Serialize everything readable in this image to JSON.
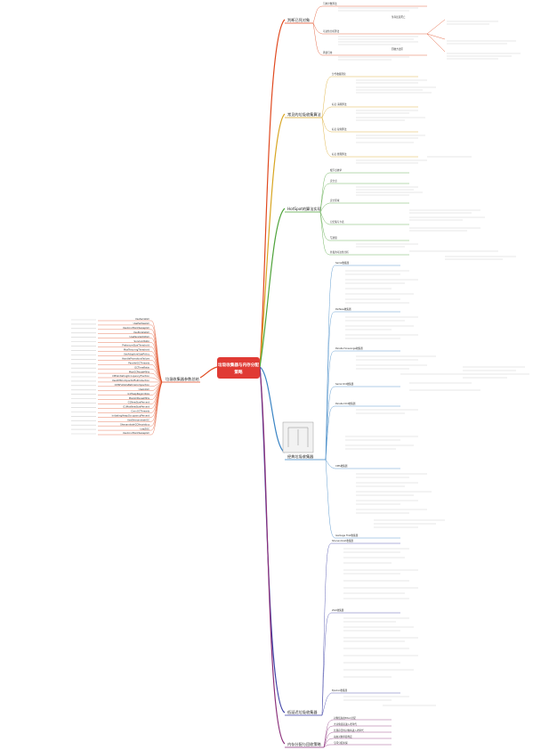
{
  "central_topic": {
    "line1": "垃圾收集器与内存分配",
    "line2": "策略"
  },
  "colors": {
    "central": "#e03a34",
    "b1": "#e0491f",
    "b2": "#d8a521",
    "b3": "#4fa33a",
    "b4": "#3a84c4",
    "b5": "#3b3fa4",
    "b6": "#8a2f7a",
    "left": "#e0491f"
  },
  "branches": {
    "b1": {
      "label": "判断已死对象"
    },
    "b2": {
      "label": "常见的垃圾收集算法"
    },
    "b3": {
      "label": "HotSpot的算法实现"
    },
    "b4": {
      "label": "经典垃圾收集器"
    },
    "b5": {
      "label": "低延迟垃圾收集器"
    },
    "b6": {
      "label": "内存分配与回收策略"
    },
    "left": {
      "label": "垃圾收集器参数总结"
    }
  },
  "b1_items": [
    "引用计数算法",
    "可达性分析算法",
    "再谈引用",
    "生存还是死亡",
    "回收方法区"
  ],
  "b2_items": [
    "分代收集理论",
    "标记-清除算法",
    "标记-复制算法",
    "标记-整理算法"
  ],
  "b3_items": [
    "根节点枚举",
    "安全点",
    "安全区域",
    "记忆集与卡表",
    "写屏障",
    "并发的可达性分析"
  ],
  "b4_items": [
    "Serial收集器",
    "ParNew收集器",
    "Parallel Scavenge收集器",
    "Serial Old收集器",
    "Parallel Old收集器",
    "CMS收集器",
    "Garbage First收集器"
  ],
  "b5_items": [
    "Shenandoah收集器",
    "ZGC收集器",
    "Epsilon收集器"
  ],
  "b6_items": [
    "对象优先在Eden分配",
    "大对象直接进入老年代",
    "长期存活的对象将进入老年代",
    "动态对象年龄判定",
    "空间分配担保"
  ],
  "left_params": [
    "UseSerialGC",
    "UseParNewGC",
    "UseConcMarkSweepGC",
    "UseParallelGC",
    "UseParallelOldGC",
    "SurvivorRatio",
    "PretenureSizeThreshold",
    "MaxTenuringThreshold",
    "UseAdaptiveSizePolicy",
    "HandlePromotionFailure",
    "ParallelGCThreads",
    "GCTimeRatio",
    "MaxGCPauseMillis",
    "CMSInitiatingOccupancyFraction",
    "UseCMSCompactAtFullCollection",
    "CMSFullGCsBeforeCompaction",
    "UseG1GC",
    "G1HeapRegionSize",
    "MaxGCPauseMillis",
    "G1NewSizePercent",
    "G1MaxNewSizePercent",
    "ConcGCThreads",
    "InitiatingHeapOccupancyPercent",
    "UseShenandoahGC",
    "ShenandoahGCHeuristics",
    "UseZGC",
    "UseConcMarkSweepGC"
  ]
}
